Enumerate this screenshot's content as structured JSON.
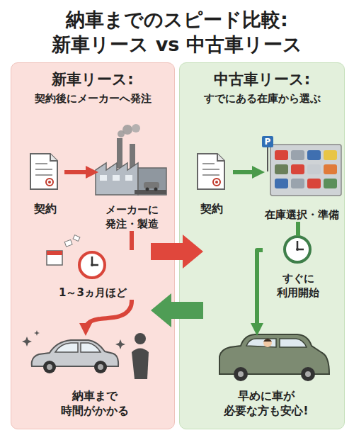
{
  "diagram": {
    "title": "納車までのスピード比較: 新車リース vs 中古車リース",
    "nodes": [
      {
        "text": [
          "新車リース:",
          "契約後にメーカーへ発注"
        ]
      },
      {
        "text": [
          "中古車リース:",
          "すでにある在庫から選ぶ"
        ]
      },
      {
        "text": [
          "契約"
        ],
        "in": 0
      },
      {
        "text": [
          "メーカーに 発注・製造"
        ],
        "in": 0
      },
      {
        "text": [
          "1～3ヵ月ほど"
        ],
        "in": 0
      },
      {
        "text": [
          "納車まで 時間がかかる"
        ],
        "in": 0
      },
      {
        "text": [
          "契約"
        ],
        "in": 1
      },
      {
        "text": [
          "在庫選択・準備"
        ],
        "in": 1
      },
      {
        "text": [
          "すぐに 利用開始"
        ],
        "in": 1
      },
      {
        "text": [
          "早めに車が 必要な方も安心!"
        ],
        "in": 1
      }
    ],
    "edges": [
      {
        "from": 2,
        "to": 3,
        "arrow": "to"
      },
      {
        "from": 3,
        "to": 4,
        "arrow": "none"
      },
      {
        "from": 4,
        "to": 5,
        "arrow": "to"
      },
      {
        "from": 6,
        "to": 7,
        "arrow": "to"
      },
      {
        "from": 7,
        "to": 8,
        "arrow": "none"
      },
      {
        "from": 8,
        "to": 9,
        "arrow": "to"
      }
    ],
    "labels": [
      "P"
    ]
  }
}
